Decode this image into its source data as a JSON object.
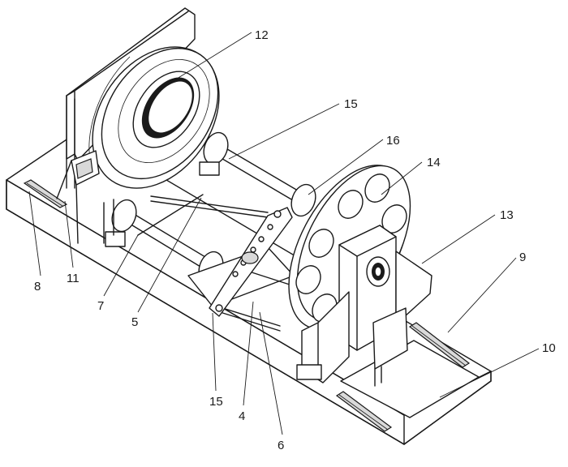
{
  "callouts": [
    {
      "id": "c12",
      "text": "12"
    },
    {
      "id": "c15a",
      "text": "15"
    },
    {
      "id": "c16",
      "text": "16"
    },
    {
      "id": "c14",
      "text": "14"
    },
    {
      "id": "c13",
      "text": "13"
    },
    {
      "id": "c9",
      "text": "9"
    },
    {
      "id": "c10",
      "text": "10"
    },
    {
      "id": "c8",
      "text": "8"
    },
    {
      "id": "c11",
      "text": "11"
    },
    {
      "id": "c7",
      "text": "7"
    },
    {
      "id": "c5",
      "text": "5"
    },
    {
      "id": "c15b",
      "text": "15"
    },
    {
      "id": "c4",
      "text": "4"
    },
    {
      "id": "c6",
      "text": "6"
    }
  ]
}
